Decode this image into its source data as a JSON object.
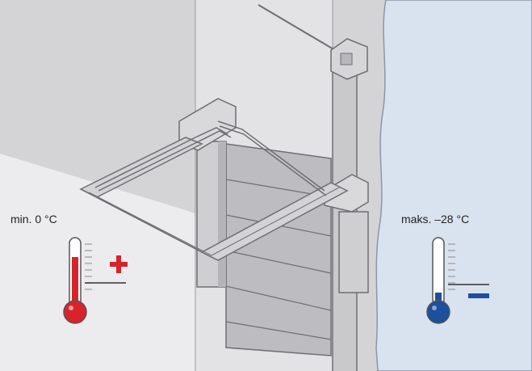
{
  "labels": {
    "min_temp": "min. 0 °C",
    "max_temp": "maks. –28 °C"
  },
  "colors": {
    "background": "#ececee",
    "wall": "#d4d4d6",
    "water": "#d9e3ef",
    "hot": "#d8232a",
    "cold": "#1c4f9c",
    "outline": "#6f6f73"
  },
  "icons": {
    "left_thermometer": "thermometer-icon",
    "left_sign": "plus-icon",
    "right_thermometer": "thermometer-icon",
    "right_sign": "minus-icon"
  },
  "thermometers": {
    "warm_fill_level": 0.75,
    "cold_fill_level": 0.2
  }
}
